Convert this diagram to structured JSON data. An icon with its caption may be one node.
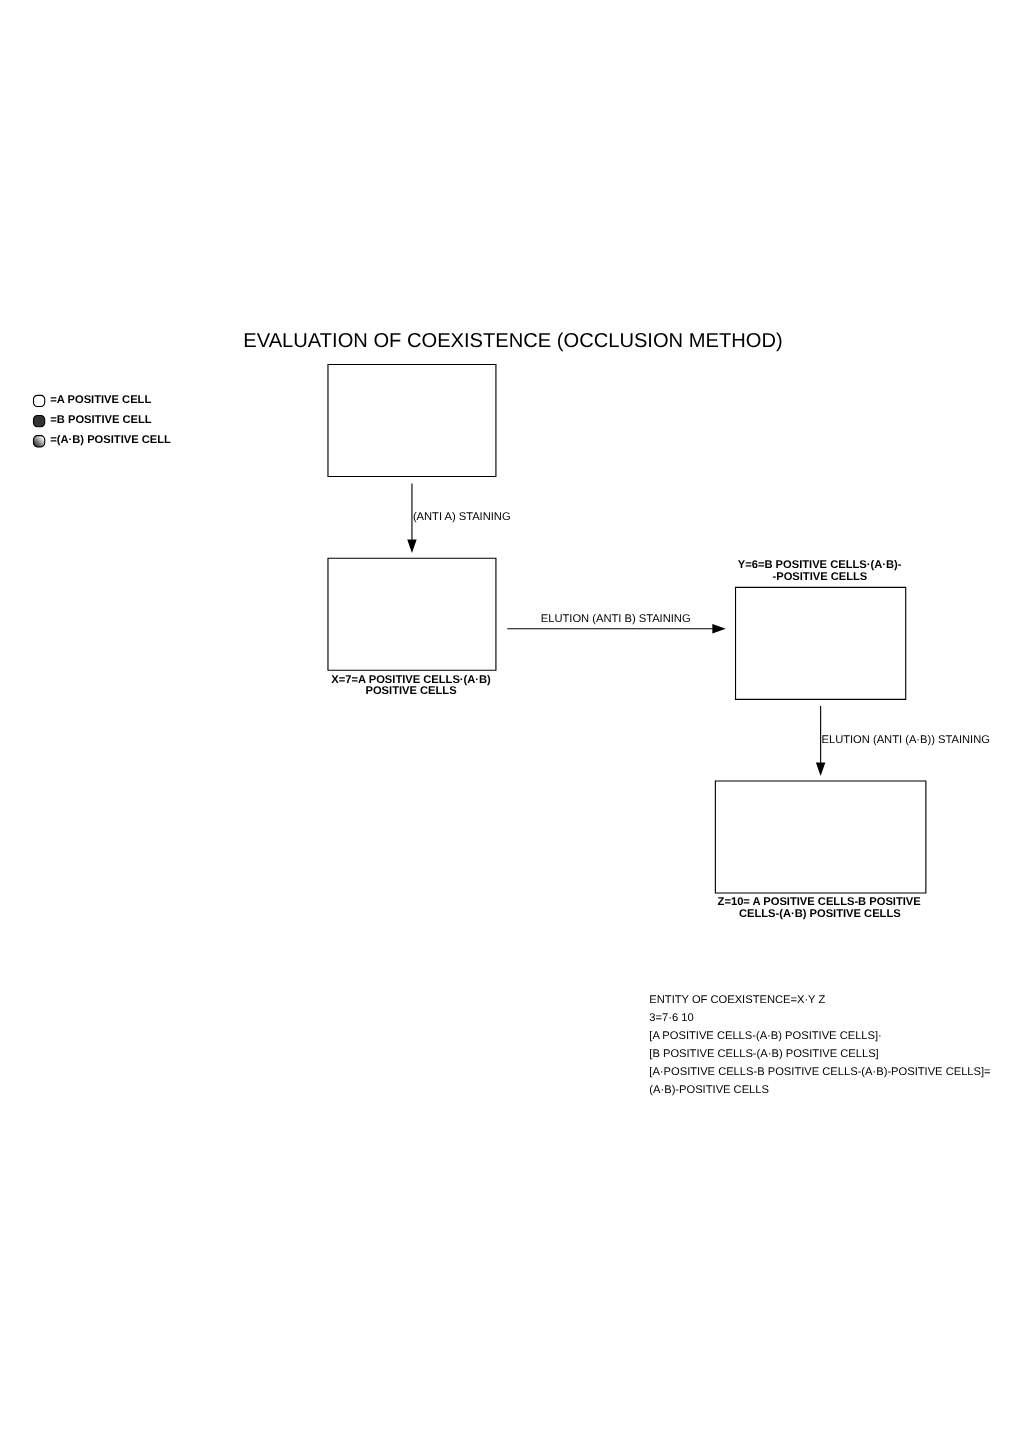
{
  "diagram": {
    "title": "EVALUATION OF COEXISTENCE (OCCLUSION METHOD)",
    "nodes": [
      {
        "text": [],
        "shape": "box"
      },
      {
        "text": [],
        "shape": "box",
        "beside": [
          "X=7=A POSITIVE CELLS·(A·B) POSITIVE CELLS"
        ]
      },
      {
        "text": [],
        "shape": "box",
        "beside": [
          "Y=6=B POSITIVE CELLS·(A·B)- -POSITIVE CELLS"
        ]
      },
      {
        "text": [],
        "shape": "box",
        "beside": [
          "Z=10= A POSITIVE CELLS-B POSITIVE CELLS-(A·B) POSITIVE CELLS"
        ]
      }
    ],
    "edges": [
      {
        "from": 0,
        "to": 1,
        "arrow": "to",
        "label": "(ANTI A) STAINING"
      },
      {
        "from": 1,
        "to": 2,
        "arrow": "to",
        "label": "ELUTION (ANTI B) STAINING"
      },
      {
        "from": 2,
        "to": 3,
        "arrow": "to",
        "label": "ELUTION (ANTI (A·B)) STAINING"
      }
    ],
    "labels": [
      "ENTITY OF COEXISTENCE=X·Y Z",
      "3=7·6 10",
      "[A POSITIVE CELLS-(A·B) POSITIVE CELLS]·",
      "[B POSITIVE CELLS-(A·B) POSITIVE CELLS]",
      "[A·POSITIVE CELLS-B POSITIVE CELLS-(A·B)-POSITIVE CELLS]=",
      "(A·B)-POSITIVE CELLS"
    ],
    "legend": [
      {
        "text": "=A POSITIVE CELL"
      },
      {
        "text": "=B POSITIVE CELL"
      },
      {
        "text": "=(A·B) POSITIVE CELL"
      }
    ]
  }
}
